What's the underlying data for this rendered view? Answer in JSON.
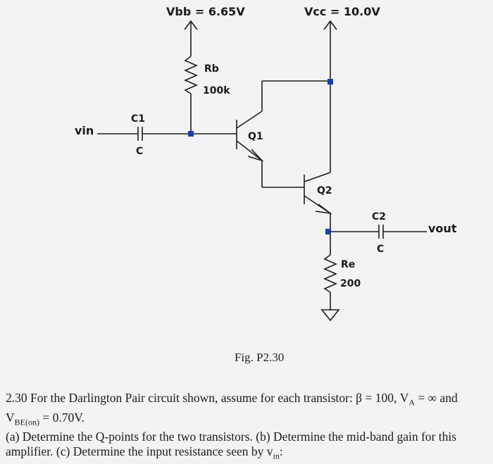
{
  "diagram": {
    "vbb_label": "Vbb = 6.65V",
    "vcc_label": "Vcc = 10.0V",
    "rb_name": "Rb",
    "rb_value": "100k",
    "c1_name": "C1",
    "c1_value": "C",
    "vin_label": "vin",
    "q1_label": "Q1",
    "q2_label": "Q2",
    "c2_name": "C2",
    "c2_value": "C",
    "vout_label": "vout",
    "re_name": "Re",
    "re_value": "200",
    "figure_caption": "Fig. P2.30",
    "node_color": "#1a3fa8"
  },
  "problem": {
    "line1": "2.30 For the Darlington Pair circuit shown, assume for each transistor: β = 100, V",
    "va_sub": "A",
    "line1_mid": " = ∞ and",
    "line2_pre": "V",
    "vbe_sub": "BE(on)",
    "line2_post": " = 0.70V.",
    "part_a": "(a) Determine the Q-points for the two transistors. (b) Determine the mid-band gain for this",
    "part_c_pre": "amplifier. (c) Determine the input resistance seen by v",
    "vin_sub": "in",
    "part_c_post": ":"
  }
}
